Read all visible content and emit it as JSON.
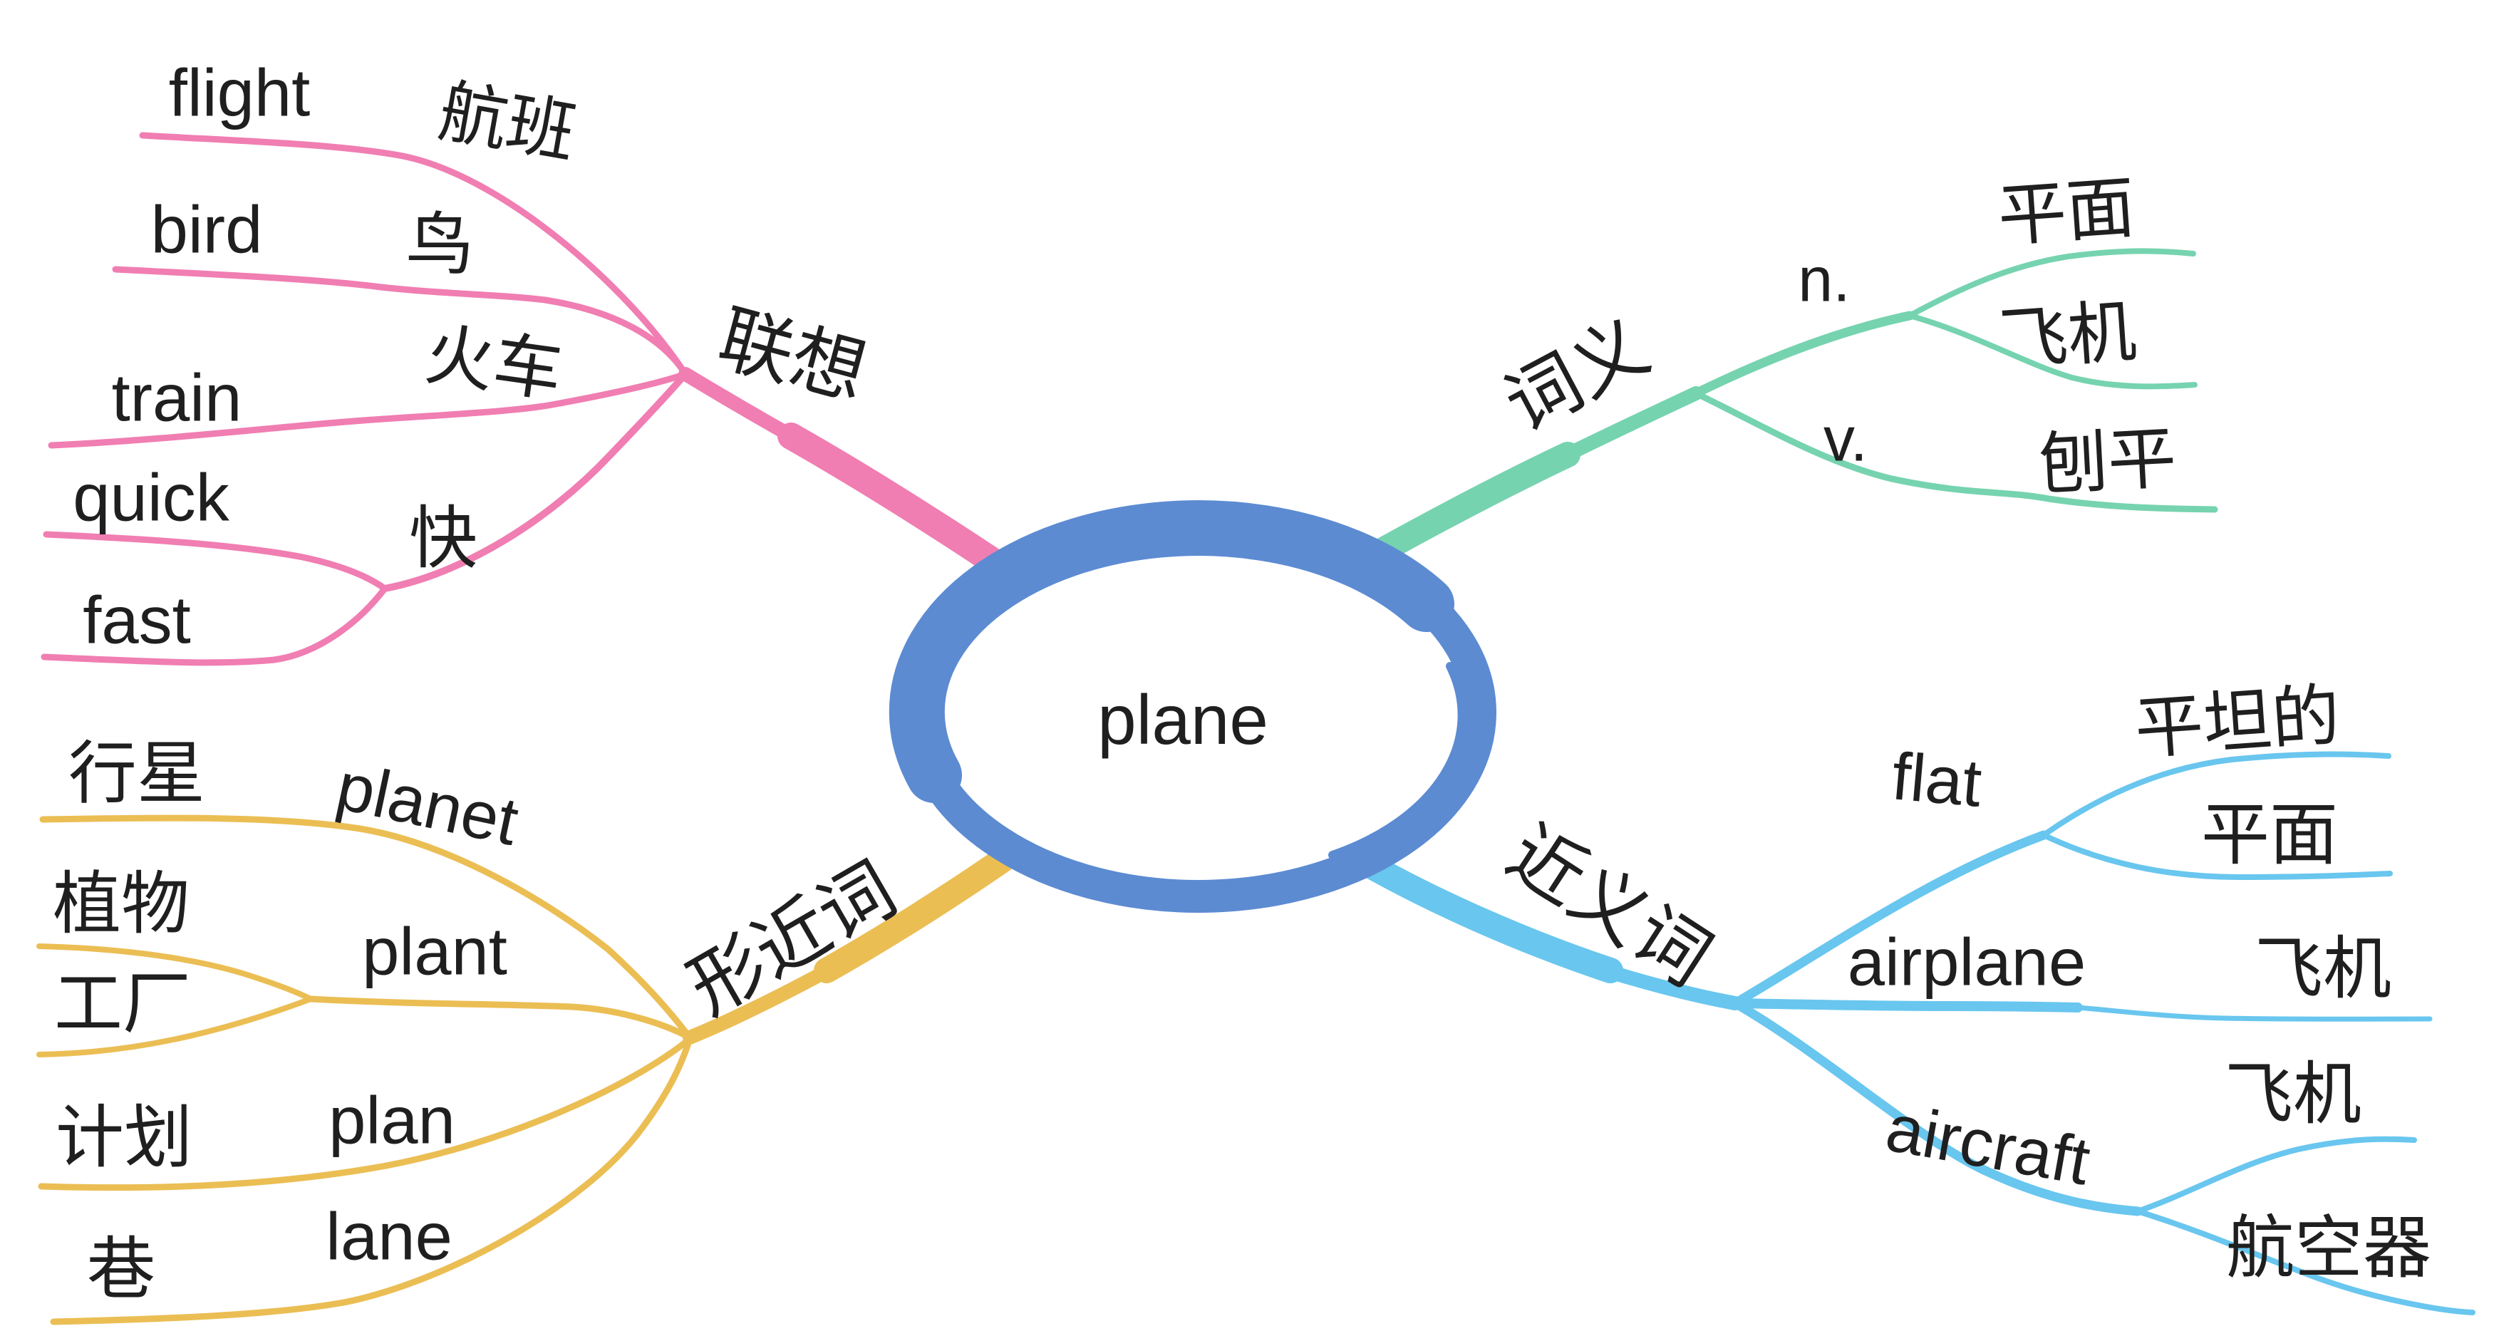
{
  "ink": "#1f1f1f",
  "background": "#ffffff",
  "center": {
    "label": "plane",
    "color": "#5c8bd2",
    "fill": "#ffffff"
  },
  "branches": [
    {
      "name": "association",
      "label": "联想",
      "color": "#f07eb2",
      "items": [
        {
          "en": "flight",
          "zh": "航班"
        },
        {
          "en": "bird",
          "zh": "鸟"
        },
        {
          "en": "train",
          "zh": "火车"
        },
        {
          "en_pair": [
            "quick",
            "fast"
          ],
          "zh": "快"
        }
      ]
    },
    {
      "name": "word-meanings",
      "label": "词义",
      "color": "#76d3b0",
      "items": [
        {
          "pos": "n.",
          "senses": [
            "平面",
            "飞机"
          ]
        },
        {
          "pos": "v.",
          "senses": [
            "刨平"
          ]
        }
      ]
    },
    {
      "name": "similar-form-words",
      "label": "形近词",
      "color": "#ebbe54",
      "items": [
        {
          "en": "planet",
          "zh_list": [
            "行星"
          ]
        },
        {
          "en": "plant",
          "zh_list": [
            "植物",
            "工厂"
          ]
        },
        {
          "en": "plan",
          "zh_list": [
            "计划"
          ]
        },
        {
          "en": "lane",
          "zh_list": [
            "巷"
          ]
        }
      ]
    },
    {
      "name": "synonyms",
      "label": "近义词",
      "color": "#69c6ee",
      "items": [
        {
          "en": "flat",
          "zh_list": [
            "平坦的",
            "平面"
          ]
        },
        {
          "en": "airplane",
          "zh_list": [
            "飞机"
          ]
        },
        {
          "en": "aircraft",
          "zh_list": [
            "飞机",
            "航空器"
          ]
        }
      ]
    }
  ]
}
